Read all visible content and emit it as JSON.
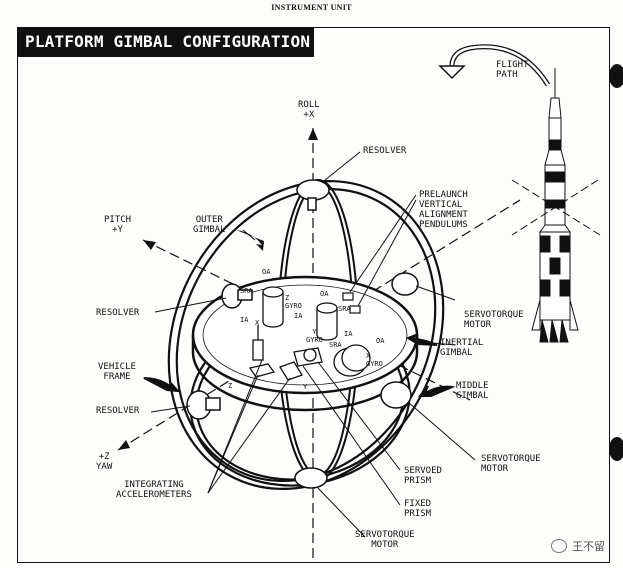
{
  "header": {
    "text": "INSTRUMENT UNIT"
  },
  "title": "PLATFORM GIMBAL CONFIGURATION",
  "axes": {
    "roll": "ROLL\n+X",
    "pitch": "PITCH\n+Y",
    "yaw": "+Z\nYAW",
    "flight_path": "FLIGHT\nPATH"
  },
  "labels": {
    "resolver_top": "RESOLVER",
    "outer_gimbal": "OUTER\nGIMBAL",
    "prelaunch": "PRELAUNCH\nVERTICAL\nALIGNMENT\nPENDULUMS",
    "servotorque_right": "SERVOTORQUE\nMOTOR",
    "resolver_left": "RESOLVER",
    "inertial_gimbal": "INERTIAL\nGIMBAL",
    "vehicle_frame": "VEHICLE\nFRAME",
    "middle_gimbal": "MIDDLE\nGIMBAL",
    "resolver_lower": "RESOLVER",
    "servotorque_lower_right": "SERVOTORQUE\nMOTOR",
    "integrating_accelerometers": "INTEGRATING\nACCELEROMETERS",
    "servoed_prism": "SERVOED\nPRISM",
    "fixed_prism": "FIXED\nPRISM",
    "servotorque_bottom": "SERVOTORQUE\nMOTOR"
  },
  "platform_labels": {
    "oa_1": "OA",
    "sra_1": "SRA",
    "z_gyro": "Z\nGYRO",
    "ia_1": "IA",
    "x_1": "X",
    "oa_2": "OA",
    "sra_2": "SRA",
    "ia_2": "IA",
    "y_gyro": "Y\nGYRO",
    "ia_3": "IA",
    "sra_3": "SRA",
    "oa_3": "OA",
    "x_gyro": "X\nGYRO",
    "z_accel": "Z",
    "y_accel": "Y"
  },
  "watermark": {
    "text": "王不留"
  }
}
